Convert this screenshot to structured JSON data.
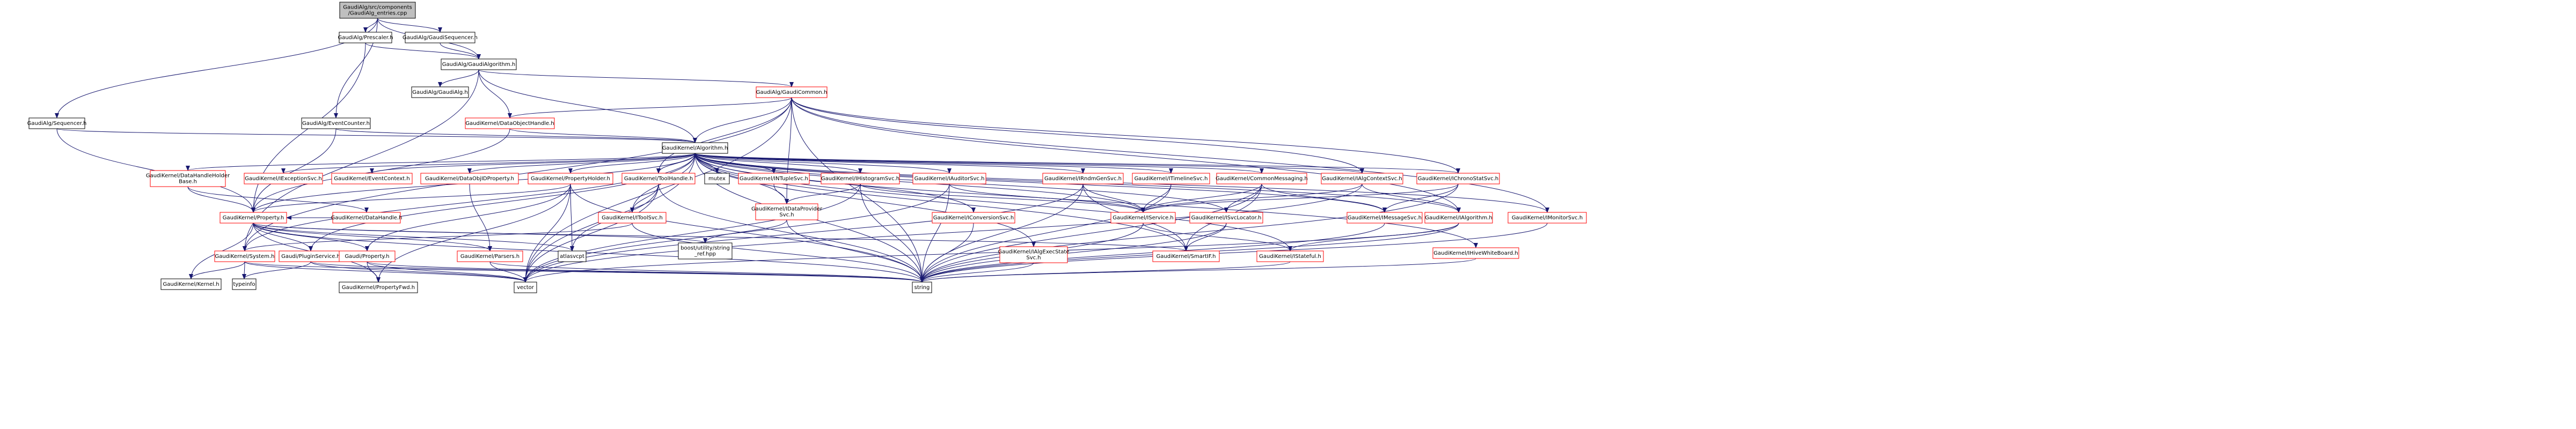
{
  "colors": {
    "edge": "#191970",
    "node_border": "#000000",
    "node_fill": "#ffffff",
    "root_fill": "#bfbfbf",
    "missing_border": "#ff0000",
    "text": "#000000"
  },
  "nodes": [
    {
      "id": "root",
      "lines": [
        "GaudiAlg/src/components",
        "/GaudiAlg_entries.cpp"
      ],
      "root": true
    },
    {
      "id": "prescaler",
      "lines": [
        "GaudiAlg/Prescaler.h"
      ]
    },
    {
      "id": "gaudisequencer",
      "lines": [
        "GaudiAlg/GaudiSequencer.h"
      ]
    },
    {
      "id": "sequencer",
      "lines": [
        "GaudiAlg/Sequencer.h"
      ]
    },
    {
      "id": "eventcounter",
      "lines": [
        "GaudiAlg/EventCounter.h"
      ]
    },
    {
      "id": "gaudialgorithm",
      "lines": [
        "GaudiAlg/GaudiAlgorithm.h"
      ]
    },
    {
      "id": "gaudialg",
      "lines": [
        "GaudiAlg/GaudiAlg.h"
      ]
    },
    {
      "id": "gaudicommon",
      "lines": [
        "GaudiAlg/GaudiCommon.h"
      ],
      "missing": true
    },
    {
      "id": "dataobjecthandle",
      "lines": [
        "GaudiKernel/DataObjectHandle.h"
      ],
      "missing": true
    },
    {
      "id": "algorithm",
      "lines": [
        "GaudiKernel/Algorithm.h"
      ]
    },
    {
      "id": "datahandleholderbase",
      "lines": [
        "GaudiKernel/DataHandleHolder",
        "Base.h"
      ],
      "missing": true
    },
    {
      "id": "iexceptionsvc",
      "lines": [
        "GaudiKernel/IExceptionSvc.h"
      ],
      "missing": true
    },
    {
      "id": "ieventcontext",
      "lines": [
        "GaudiKernel/EventContext.h"
      ],
      "missing": true
    },
    {
      "id": "dataobjidproperty",
      "lines": [
        "GaudiKernel/DataObjIDProperty.h"
      ],
      "missing": true
    },
    {
      "id": "propertyholder",
      "lines": [
        "GaudiKernel/PropertyHolder.h"
      ],
      "missing": true
    },
    {
      "id": "toolhandle",
      "lines": [
        "GaudiKernel/ToolHandle.h"
      ],
      "missing": true
    },
    {
      "id": "mutex",
      "lines": [
        "mutex"
      ],
      "plain": true
    },
    {
      "id": "intuplesvc",
      "lines": [
        "GaudiKernel/INTupleSvc.h"
      ],
      "missing": true
    },
    {
      "id": "ihistogramsvc",
      "lines": [
        "GaudiKernel/IHistogramSvc.h"
      ],
      "missing": true
    },
    {
      "id": "iauditorsvc",
      "lines": [
        "GaudiKernel/IAuditorSvc.h"
      ],
      "missing": true
    },
    {
      "id": "iconversionsvc",
      "lines": [
        "GaudiKernel/IConversionSvc.h"
      ],
      "missing": true
    },
    {
      "id": "ialgexecstatesvc",
      "lines": [
        "GaudiKernel/IAlgExecState",
        "Svc.h"
      ],
      "missing": true
    },
    {
      "id": "irndmgensvc",
      "lines": [
        "GaudiKernel/IRndmGenSvc.h"
      ],
      "missing": true
    },
    {
      "id": "itimelinesvc",
      "lines": [
        "GaudiKernel/ITimelineSvc.h"
      ],
      "missing": true
    },
    {
      "id": "commonmessaging",
      "lines": [
        "GaudiKernel/CommonMessaging.h"
      ],
      "missing": true
    },
    {
      "id": "ialgcontextsvc",
      "lines": [
        "GaudiKernel/IAlgContextSvc.h"
      ],
      "missing": true
    },
    {
      "id": "ichronostatsvc",
      "lines": [
        "GaudiKernel/IChronoStatSvc.h"
      ],
      "missing": true
    },
    {
      "id": "imonitorsvc",
      "lines": [
        "GaudiKernel/IMonitorSvc.h"
      ],
      "missing": true
    },
    {
      "id": "datahandle",
      "lines": [
        "GaudiKernel/DataHandle.h"
      ],
      "missing": true
    },
    {
      "id": "idataprovidersvc",
      "lines": [
        "GaudiKernel/IDataProvider",
        "Svc.h"
      ],
      "missing": true
    },
    {
      "id": "itoolsvc",
      "lines": [
        "GaudiKernel/IToolSvc.h"
      ],
      "missing": true
    },
    {
      "id": "iservice",
      "lines": [
        "GaudiKernel/IService.h"
      ],
      "missing": true
    },
    {
      "id": "isvclocator",
      "lines": [
        "GaudiKernel/ISvcLocator.h"
      ],
      "missing": true
    },
    {
      "id": "imessagesvc",
      "lines": [
        "GaudiKernel/IMessageSvc.h"
      ],
      "missing": true
    },
    {
      "id": "ialgorithm",
      "lines": [
        "GaudiKernel/IAlgorithm.h"
      ],
      "missing": true
    },
    {
      "id": "ihivewhiteboard",
      "lines": [
        "GaudiKernel/IHiveWhiteBoard.h"
      ],
      "missing": true
    },
    {
      "id": "kernelproperty",
      "lines": [
        "GaudiKernel/Property.h"
      ],
      "missing": true
    },
    {
      "id": "system",
      "lines": [
        "GaudiKernel/System.h"
      ],
      "missing": true
    },
    {
      "id": "ipluginsvc",
      "lines": [
        "Gaudi/PluginService.h"
      ],
      "missing": true
    },
    {
      "id": "gaudiproperty",
      "lines": [
        "Gaudi/Property.h"
      ],
      "missing": true
    },
    {
      "id": "parsers",
      "lines": [
        "GaudiKernel/Parsers.h"
      ],
      "missing": true
    },
    {
      "id": "boostutil",
      "lines": [
        "boost/utility/string",
        "_ref.hpp"
      ],
      "plain": true
    },
    {
      "id": "atlasvcpt",
      "lines": [
        "atlasvcpt"
      ],
      "plain": true
    },
    {
      "id": "smartif",
      "lines": [
        "GaudiKernel/SmartIF.h"
      ],
      "missing": true
    },
    {
      "id": "istatefulif",
      "lines": [
        "GaudiKernel/IStateful.h"
      ],
      "missing": true
    },
    {
      "id": "kernel",
      "lines": [
        "GaudiKernel/Kernel.h"
      ]
    },
    {
      "id": "typeinfo",
      "lines": [
        "typeinfo"
      ],
      "plain": true
    },
    {
      "id": "propertyfwd",
      "lines": [
        "GaudiKernel/PropertyFwd.h"
      ]
    },
    {
      "id": "vector",
      "lines": [
        "vector"
      ],
      "plain": true
    },
    {
      "id": "string",
      "lines": [
        "string"
      ],
      "plain": true
    }
  ],
  "edges": [
    [
      "root",
      "prescaler"
    ],
    [
      "root",
      "gaudisequencer"
    ],
    [
      "root",
      "sequencer"
    ],
    [
      "root",
      "eventcounter"
    ],
    [
      "root",
      "gaudialgorithm"
    ],
    [
      "prescaler",
      "gaudialgorithm"
    ],
    [
      "prescaler",
      "kernelproperty"
    ],
    [
      "gaudisequencer",
      "gaudialgorithm"
    ],
    [
      "gaudialgorithm",
      "gaudialg"
    ],
    [
      "gaudialgorithm",
      "gaudicommon"
    ],
    [
      "gaudialgorithm",
      "dataobjecthandle"
    ],
    [
      "gaudialgorithm",
      "algorithm"
    ],
    [
      "gaudialgorithm",
      "system"
    ],
    [
      "gaudicommon",
      "algorithm"
    ],
    [
      "gaudicommon",
      "dataobjecthandle"
    ],
    [
      "gaudicommon",
      "ialgcontextsvc"
    ],
    [
      "gaudicommon",
      "ichronostatsvc"
    ],
    [
      "gaudicommon",
      "idataprovidersvc"
    ],
    [
      "gaudicommon",
      "toolhandle"
    ],
    [
      "gaudicommon",
      "imonitorsvc"
    ],
    [
      "gaudicommon",
      "string"
    ],
    [
      "gaudicommon",
      "vector"
    ],
    [
      "gaudicommon",
      "ialgorithm"
    ],
    [
      "gaudicommon",
      "system"
    ],
    [
      "dataobjecthandle",
      "algorithm"
    ],
    [
      "dataobjecthandle",
      "kernelproperty"
    ],
    [
      "sequencer",
      "algorithm"
    ],
    [
      "sequencer",
      "kernelproperty"
    ],
    [
      "eventcounter",
      "algorithm"
    ],
    [
      "eventcounter",
      "kernelproperty"
    ],
    [
      "algorithm",
      "datahandleholderbase"
    ],
    [
      "algorithm",
      "iexceptionsvc"
    ],
    [
      "algorithm",
      "ieventcontext"
    ],
    [
      "algorithm",
      "dataobjidproperty"
    ],
    [
      "algorithm",
      "propertyholder"
    ],
    [
      "algorithm",
      "toolhandle"
    ],
    [
      "algorithm",
      "mutex"
    ],
    [
      "algorithm",
      "intuplesvc"
    ],
    [
      "algorithm",
      "ihistogramsvc"
    ],
    [
      "algorithm",
      "iauditorsvc"
    ],
    [
      "algorithm",
      "iconversionsvc"
    ],
    [
      "algorithm",
      "ialgexecstatesvc"
    ],
    [
      "algorithm",
      "irndmgensvc"
    ],
    [
      "algorithm",
      "itimelinesvc"
    ],
    [
      "algorithm",
      "commonmessaging"
    ],
    [
      "algorithm",
      "ialgcontextsvc"
    ],
    [
      "algorithm",
      "ichronostatsvc"
    ],
    [
      "algorithm",
      "imonitorsvc"
    ],
    [
      "algorithm",
      "ihivewhiteboard"
    ],
    [
      "algorithm",
      "idataprovidersvc"
    ],
    [
      "algorithm",
      "itoolsvc"
    ],
    [
      "algorithm",
      "iservice"
    ],
    [
      "algorithm",
      "isvclocator"
    ],
    [
      "algorithm",
      "imessagesvc"
    ],
    [
      "algorithm",
      "ialgorithm"
    ],
    [
      "algorithm",
      "kernelproperty"
    ],
    [
      "algorithm",
      "system"
    ],
    [
      "algorithm",
      "string"
    ],
    [
      "algorithm",
      "vector"
    ],
    [
      "algorithm",
      "istatefulif"
    ],
    [
      "algorithm",
      "smartif"
    ],
    [
      "algorithm",
      "ipluginsvc"
    ],
    [
      "datahandleholderbase",
      "datahandle"
    ],
    [
      "datahandleholderbase",
      "kernelproperty"
    ],
    [
      "dataobjidproperty",
      "parsers"
    ],
    [
      "propertyholder",
      "kernelproperty"
    ],
    [
      "propertyholder",
      "gaudiproperty"
    ],
    [
      "propertyholder",
      "string"
    ],
    [
      "propertyholder",
      "vector"
    ],
    [
      "propertyholder",
      "atlasvcpt"
    ],
    [
      "propertyholder",
      "propertyfwd"
    ],
    [
      "toolhandle",
      "itoolsvc"
    ],
    [
      "toolhandle",
      "atlasvcpt"
    ],
    [
      "toolhandle",
      "string"
    ],
    [
      "toolhandle",
      "vector"
    ],
    [
      "intuplesvc",
      "idataprovidersvc"
    ],
    [
      "ihistogramsvc",
      "idataprovidersvc"
    ],
    [
      "ihistogramsvc",
      "iservice"
    ],
    [
      "ihistogramsvc",
      "string"
    ],
    [
      "ihistogramsvc",
      "vector"
    ],
    [
      "iauditorsvc",
      "iservice"
    ],
    [
      "iauditorsvc",
      "string"
    ],
    [
      "iauditorsvc",
      "vector"
    ],
    [
      "iconversionsvc",
      "string"
    ],
    [
      "ialgexecstatesvc",
      "string"
    ],
    [
      "irndmgensvc",
      "iservice"
    ],
    [
      "irndmgensvc",
      "smartif"
    ],
    [
      "irndmgensvc",
      "string"
    ],
    [
      "irndmgensvc",
      "vector"
    ],
    [
      "itimelinesvc",
      "iservice"
    ],
    [
      "itimelinesvc",
      "string"
    ],
    [
      "commonmessaging",
      "iservice"
    ],
    [
      "commonmessaging",
      "isvclocator"
    ],
    [
      "commonmessaging",
      "imessagesvc"
    ],
    [
      "commonmessaging",
      "smartif"
    ],
    [
      "commonmessaging",
      "string"
    ],
    [
      "ialgcontextsvc",
      "iservice"
    ],
    [
      "ialgcontextsvc",
      "ialgorithm"
    ],
    [
      "ialgcontextsvc",
      "vector"
    ],
    [
      "ichronostatsvc",
      "iservice"
    ],
    [
      "ichronostatsvc",
      "imessagesvc"
    ],
    [
      "ichronostatsvc",
      "string"
    ],
    [
      "imonitorsvc",
      "string"
    ],
    [
      "ihivewhiteboard",
      "string"
    ],
    [
      "datahandle",
      "kernelproperty"
    ],
    [
      "idataprovidersvc",
      "string"
    ],
    [
      "idataprovidersvc",
      "boostutil"
    ],
    [
      "itoolsvc",
      "system"
    ],
    [
      "itoolsvc",
      "string"
    ],
    [
      "iservice",
      "istatefulif"
    ],
    [
      "iservice",
      "string"
    ],
    [
      "isvclocator",
      "smartif"
    ],
    [
      "isvclocator",
      "string"
    ],
    [
      "imessagesvc",
      "string"
    ],
    [
      "ialgorithm",
      "istatefulif"
    ],
    [
      "ialgorithm",
      "string"
    ],
    [
      "ialgorithm",
      "vector"
    ],
    [
      "kernelproperty",
      "gaudiproperty"
    ],
    [
      "kernelproperty",
      "parsers"
    ],
    [
      "kernelproperty",
      "kernel"
    ],
    [
      "kernelproperty",
      "propertyfwd"
    ],
    [
      "kernelproperty",
      "smartif"
    ],
    [
      "kernelproperty",
      "string"
    ],
    [
      "kernelproperty",
      "boostutil"
    ],
    [
      "kernelproperty",
      "ipluginsvc"
    ],
    [
      "kernelproperty",
      "atlasvcpt"
    ],
    [
      "system",
      "kernel"
    ],
    [
      "system",
      "typeinfo"
    ],
    [
      "system",
      "string"
    ],
    [
      "system",
      "vector"
    ],
    [
      "ipluginsvc",
      "typeinfo"
    ],
    [
      "ipluginsvc",
      "string"
    ],
    [
      "ipluginsvc",
      "vector"
    ],
    [
      "gaudiproperty",
      "propertyfwd"
    ],
    [
      "gaudiproperty",
      "string"
    ],
    [
      "gaudiproperty",
      "vector"
    ],
    [
      "parsers",
      "string"
    ],
    [
      "parsers",
      "vector"
    ],
    [
      "istatefulif",
      "string"
    ]
  ]
}
